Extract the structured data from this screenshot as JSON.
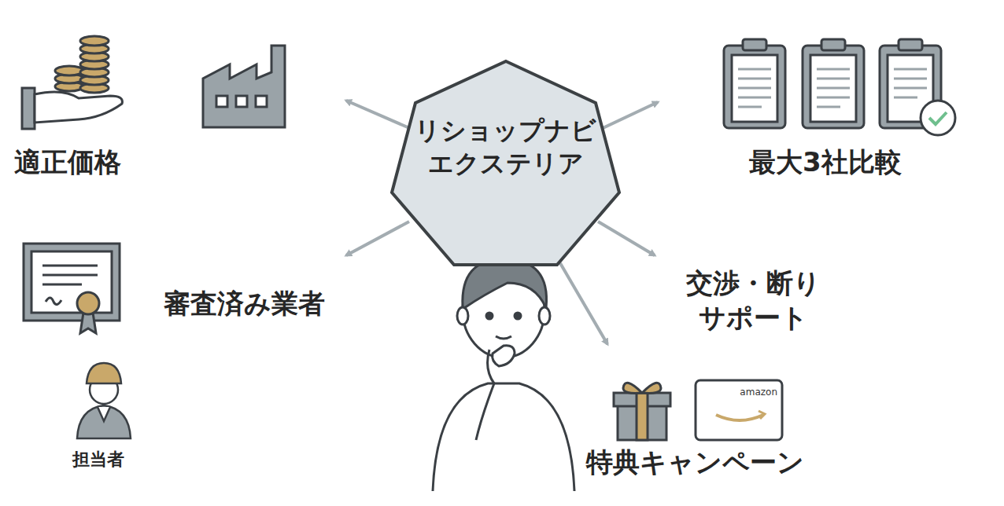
{
  "diagram": {
    "nodes": [
      {
        "text": [
          "リショップナビ エクステリア"
        ]
      }
    ],
    "labels": [
      "適正価格",
      "最大3社比較",
      "審査済み業者",
      "交渉・断り サポート",
      "特典キャンペーン",
      "担当者",
      "amazon"
    ]
  }
}
